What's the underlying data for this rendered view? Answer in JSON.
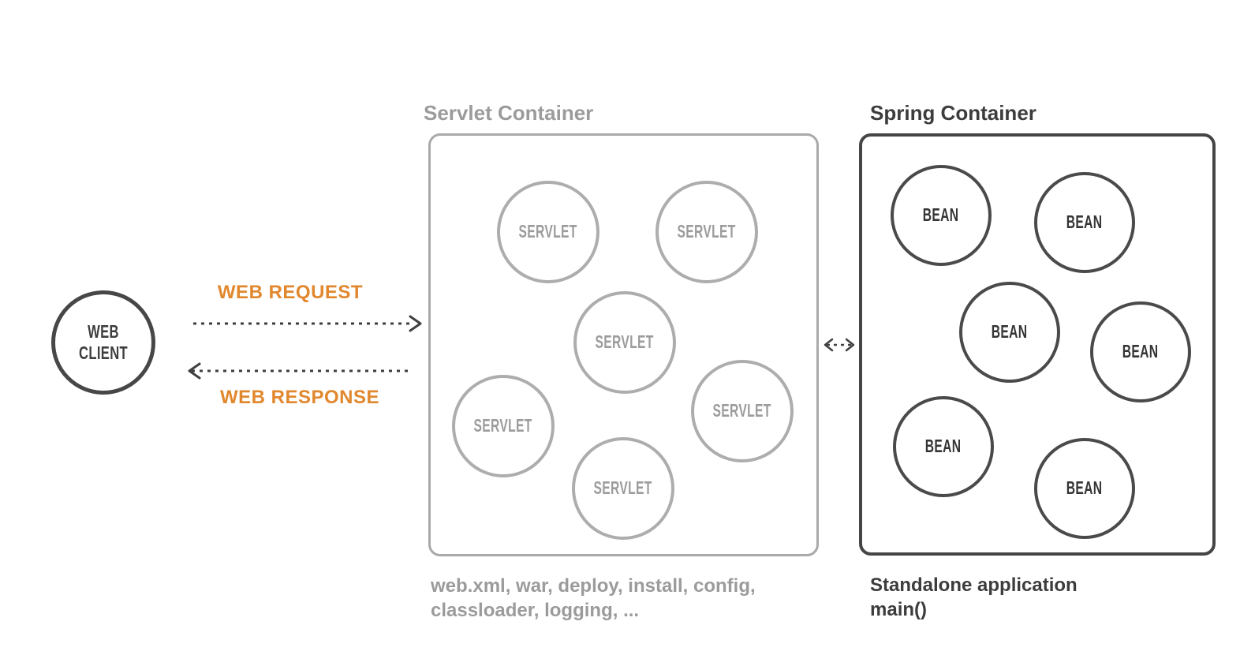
{
  "diagram": {
    "web_client": {
      "label": "WEB\nCLIENT"
    },
    "request_label": "WEB REQUEST",
    "response_label": "WEB RESPONSE",
    "servlet_container": {
      "title": "Servlet Container",
      "caption": "web.xml, war, deploy, install, config,\nclassloader, logging, ...",
      "nodes": [
        "SERVLET",
        "SERVLET",
        "SERVLET",
        "SERVLET",
        "SERVLET",
        "SERVLET"
      ]
    },
    "spring_container": {
      "title": "Spring Container",
      "caption": "Standalone application\nmain()",
      "nodes": [
        "BEAN",
        "BEAN",
        "BEAN",
        "BEAN",
        "BEAN",
        "BEAN"
      ]
    },
    "colors": {
      "accent_orange": "#e1882f",
      "servlet_gray": "#a9a9a9",
      "spring_dark": "#454545",
      "arrow_dark": "#3f3f3f"
    }
  }
}
